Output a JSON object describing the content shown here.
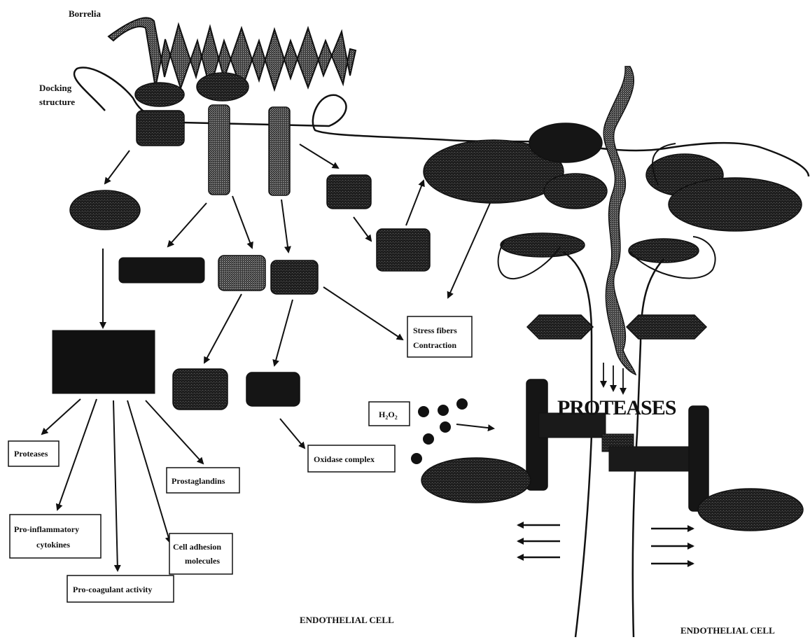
{
  "labels": {
    "borrelia": "Borrelia",
    "docking_line1": "Docking",
    "docking_line2": "structure",
    "endothelial_cell_center": "ENDOTHELIAL CELL",
    "endothelial_cell_right": "ENDOTHELIAL CELL",
    "proteases_big": "PROTEASES",
    "h2o2_main": "H",
    "h2o2_sub1": "2",
    "h2o2_mid": "O",
    "h2o2_sub2": "2"
  },
  "outcome_boxes": {
    "proteases": "Proteases",
    "pro_inflammatory_line1": "Pro-inflammatory",
    "pro_inflammatory_line2": "cytokines",
    "pro_coagulant": "Pro-coagulant activity",
    "cell_adhesion_line1": "Cell adhesion",
    "cell_adhesion_line2": "molecules",
    "prostaglandins": "Prostaglandins",
    "oxidase_complex": "Oxidase complex",
    "stress_fibers_line1": "Stress fibers",
    "stress_fibers_line2": "Contraction"
  },
  "colors": {
    "ink": "#111111",
    "stipple": "#2b2b2b",
    "light_stipple": "#555555",
    "background": "#ffffff"
  }
}
